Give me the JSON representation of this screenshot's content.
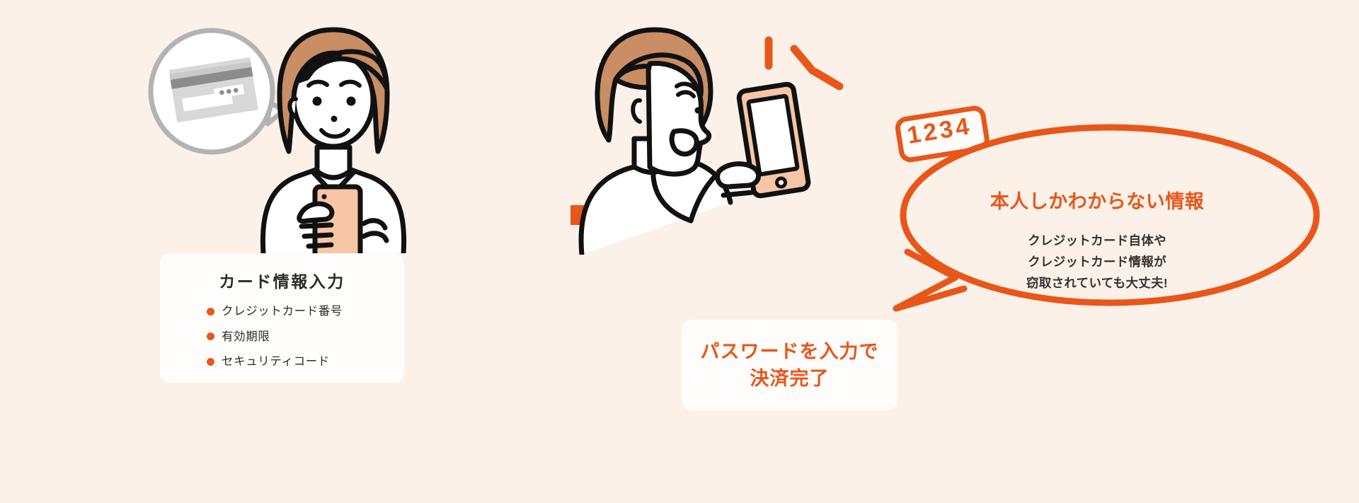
{
  "page": {
    "background_color": "#FCF1E8",
    "accent_color": "#E8561A",
    "text_color": "#2B2B2B",
    "card_background": "#FFFDFB",
    "skin_color": "#F7C6A6",
    "hair_color": "#C98E64",
    "grey_card_color": "#D6D6D6"
  },
  "left_step": {
    "card": {
      "title": "カード情報入力",
      "items": [
        {
          "label": "クレジットカード番号"
        },
        {
          "label": "有効期限"
        },
        {
          "label": "セキュリティコード"
        }
      ]
    },
    "illustration": {
      "name": "woman-entering-card-details",
      "thought_bubble": "credit-card-back-illustration"
    }
  },
  "arrow": {
    "icon": "right-arrow-icon",
    "color": "#E8561A"
  },
  "right_step": {
    "card": {
      "text": "パスワードを入力で\n決済完了"
    },
    "illustration": {
      "name": "woman-holding-phone-with-otp",
      "pin_code": "1234"
    },
    "speech_bubble": {
      "heading": "本人しかわからない情報",
      "body": "クレジットカード自体や\nクレジットカード情報が\n窃取されていても大丈夫!"
    }
  }
}
